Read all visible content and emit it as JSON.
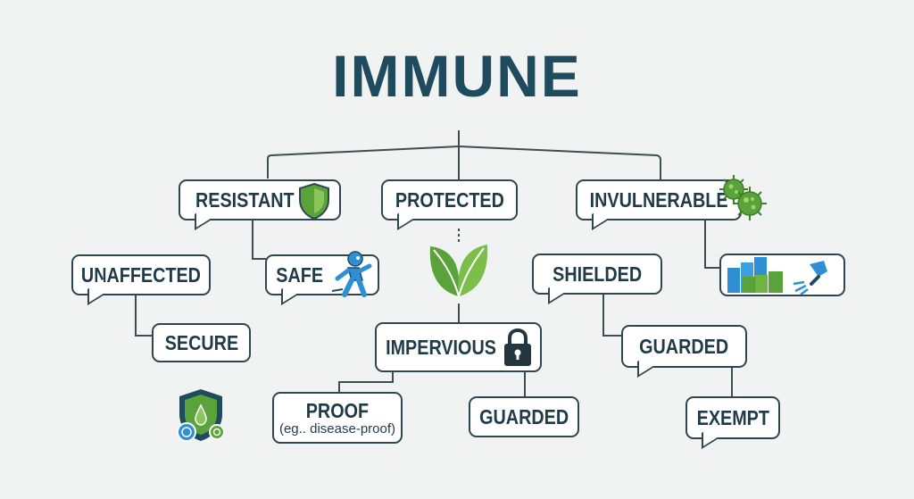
{
  "title": "IMMUNE",
  "nodes": {
    "resistant": "RESISTANT",
    "protected": "PROTECTED",
    "invulnerable": "INVULNERABLE",
    "unaffected": "UNAFFECTED",
    "safe": "SAFE",
    "shielded": "SHIELDED",
    "secure": "SECURE",
    "impervious": "IMPERVIOUS",
    "guarded_right": "GUARDED",
    "proof": "PROOF",
    "proof_example": "(eg.. disease-proof)",
    "guarded_center": "GUARDED",
    "exempt": "EXEMPT"
  },
  "colors": {
    "title": "#1f4b5e",
    "border": "#2f4650",
    "green": "#5aa33a",
    "blue": "#2e8fd4",
    "lock": "#24363f",
    "background": "#f1f2f2"
  },
  "icons": {
    "resistant": "shield-icon",
    "safe": "person-icon",
    "invulnerable": "virus-icon",
    "leaf": "leaf-icon",
    "impervious": "lock-icon",
    "secure": "shield-drop-icon",
    "blocks": "blocks-icon",
    "spray": "spray-icon"
  }
}
